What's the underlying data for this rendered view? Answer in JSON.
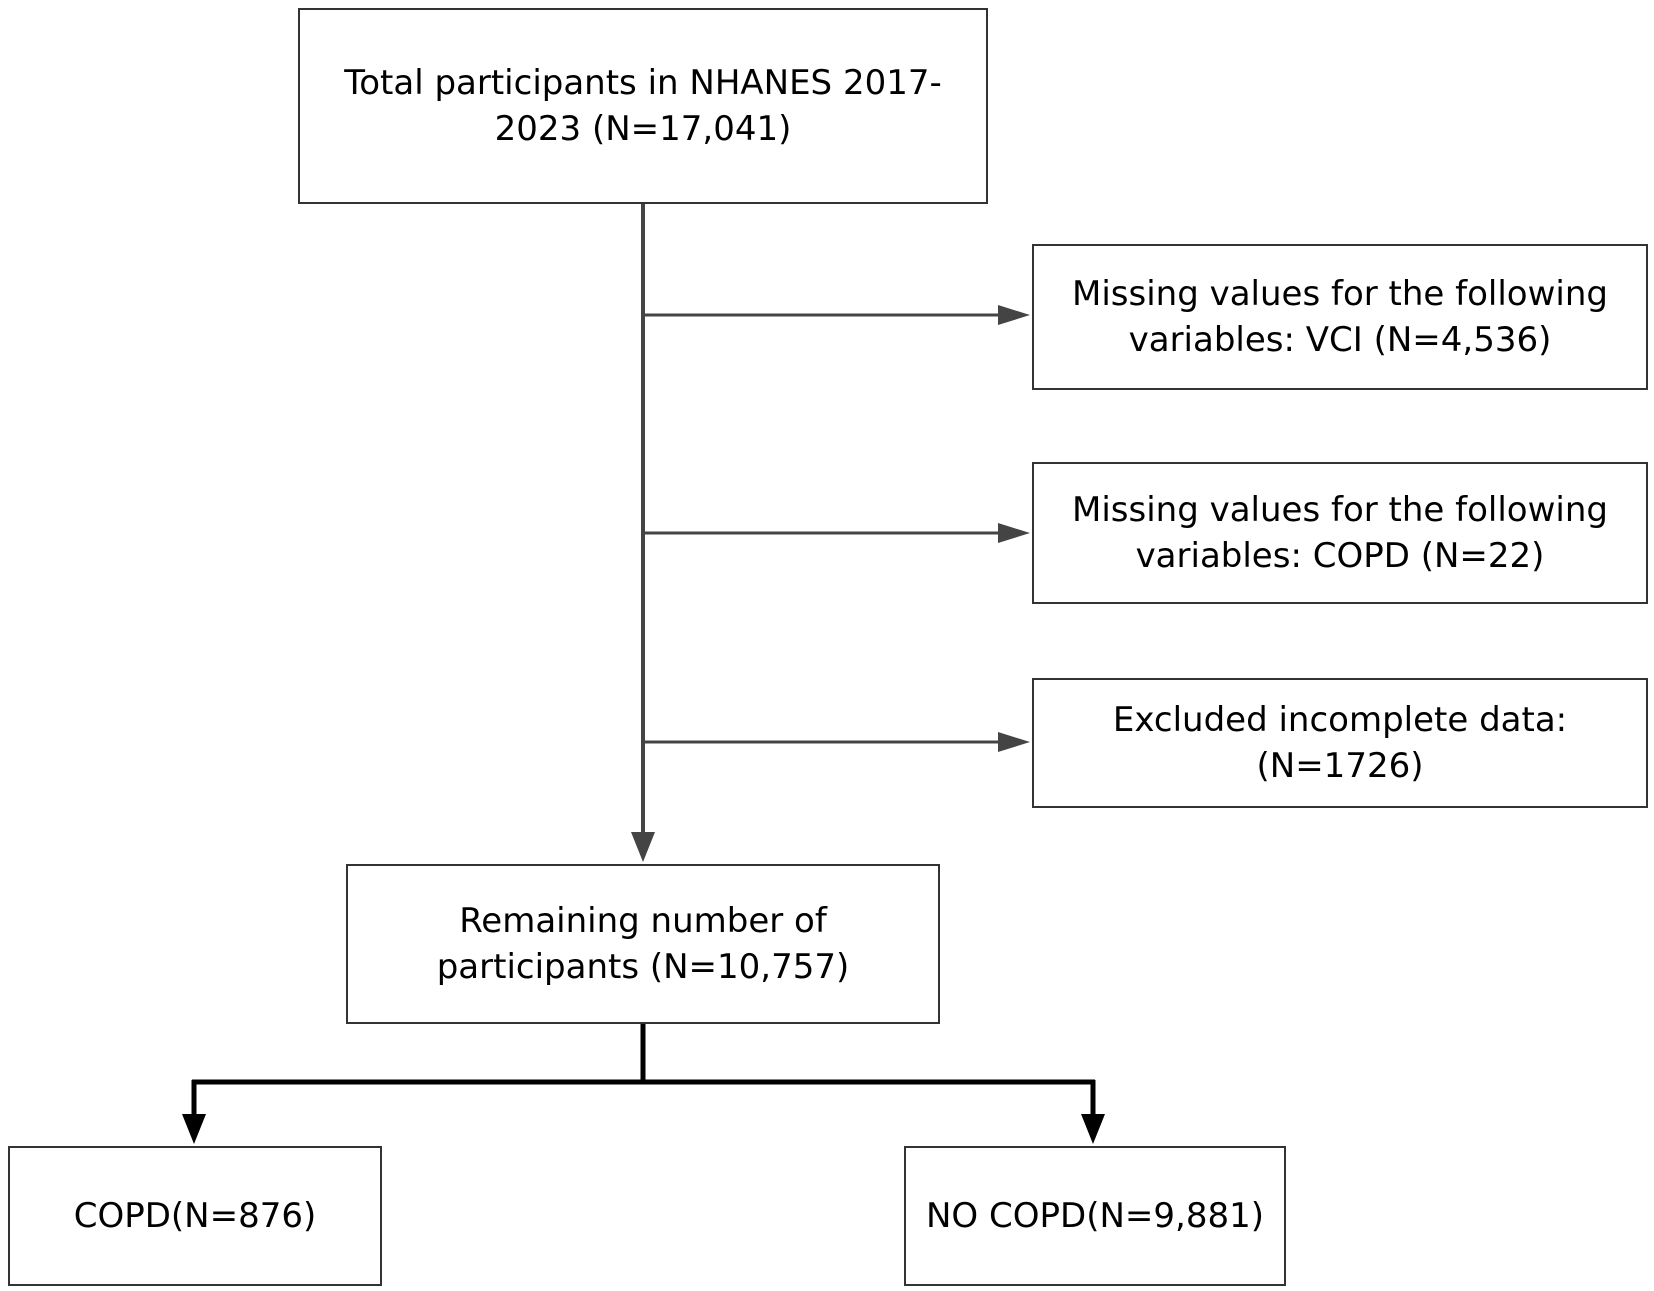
{
  "nodes": {
    "total": {
      "line1": "Total participants in NHANES 2017-",
      "line2": "2023 (N=17,041)"
    },
    "missing_vci": {
      "line1": "Missing values for the following",
      "line2": "variables: VCI (N=4,536)"
    },
    "missing_copd": {
      "line1": "Missing values for the following",
      "line2": "variables: COPD (N=22)"
    },
    "excluded_incomplete": {
      "line1": "Excluded incomplete data:",
      "line2": "(N=1726)"
    },
    "remaining": {
      "line1": "Remaining number of",
      "line2": "participants (N=10,757)"
    },
    "copd": {
      "label": "COPD(N=876)"
    },
    "no_copd": {
      "label": "NO COPD(N=9,881)"
    }
  },
  "edges": [
    {
      "from": "total",
      "to": "missing_vci"
    },
    {
      "from": "total",
      "to": "missing_copd"
    },
    {
      "from": "total",
      "to": "excluded_incomplete"
    },
    {
      "from": "total",
      "to": "remaining"
    },
    {
      "from": "remaining",
      "to": "copd"
    },
    {
      "from": "remaining",
      "to": "no_copd"
    }
  ],
  "colors": {
    "line_color": "#444444",
    "border_color": "#333333",
    "text_color": "#000000",
    "background": "#ffffff"
  }
}
